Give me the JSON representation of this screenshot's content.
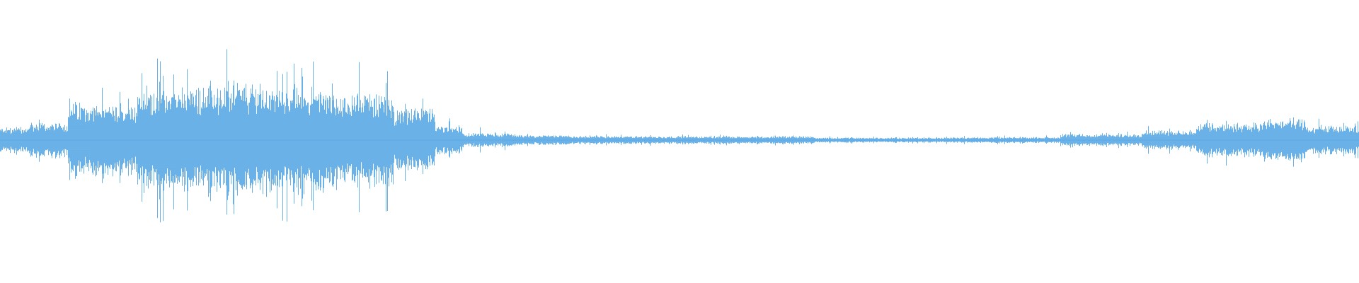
{
  "waveform": {
    "color": "#5aa9e6",
    "background": "#ffffff",
    "segments": [
      {
        "from": 0.0,
        "to": 0.02,
        "envelope": 0.13,
        "peak": 0.2
      },
      {
        "from": 0.02,
        "to": 0.05,
        "envelope": 0.18,
        "peak": 0.25
      },
      {
        "from": 0.05,
        "to": 0.1,
        "envelope": 0.38,
        "peak": 0.55
      },
      {
        "from": 0.1,
        "to": 0.15,
        "envelope": 0.55,
        "peak": 0.96
      },
      {
        "from": 0.15,
        "to": 0.2,
        "envelope": 0.58,
        "peak": 1.0
      },
      {
        "from": 0.2,
        "to": 0.25,
        "envelope": 0.55,
        "peak": 0.92
      },
      {
        "from": 0.25,
        "to": 0.29,
        "envelope": 0.48,
        "peak": 0.95
      },
      {
        "from": 0.29,
        "to": 0.32,
        "envelope": 0.32,
        "peak": 0.5
      },
      {
        "from": 0.32,
        "to": 0.34,
        "envelope": 0.15,
        "peak": 0.22
      },
      {
        "from": 0.34,
        "to": 0.38,
        "envelope": 0.07,
        "peak": 0.14
      },
      {
        "from": 0.38,
        "to": 0.42,
        "envelope": 0.05,
        "peak": 0.07
      },
      {
        "from": 0.42,
        "to": 0.6,
        "envelope": 0.04,
        "peak": 0.06
      },
      {
        "from": 0.6,
        "to": 0.7,
        "envelope": 0.025,
        "peak": 0.04
      },
      {
        "from": 0.7,
        "to": 0.78,
        "envelope": 0.03,
        "peak": 0.05
      },
      {
        "from": 0.78,
        "to": 0.84,
        "envelope": 0.06,
        "peak": 0.09
      },
      {
        "from": 0.84,
        "to": 0.88,
        "envelope": 0.1,
        "peak": 0.15
      },
      {
        "from": 0.88,
        "to": 0.93,
        "envelope": 0.18,
        "peak": 0.25
      },
      {
        "from": 0.93,
        "to": 0.96,
        "envelope": 0.22,
        "peak": 0.32
      },
      {
        "from": 0.96,
        "to": 1.0,
        "envelope": 0.15,
        "peak": 0.22
      }
    ]
  }
}
